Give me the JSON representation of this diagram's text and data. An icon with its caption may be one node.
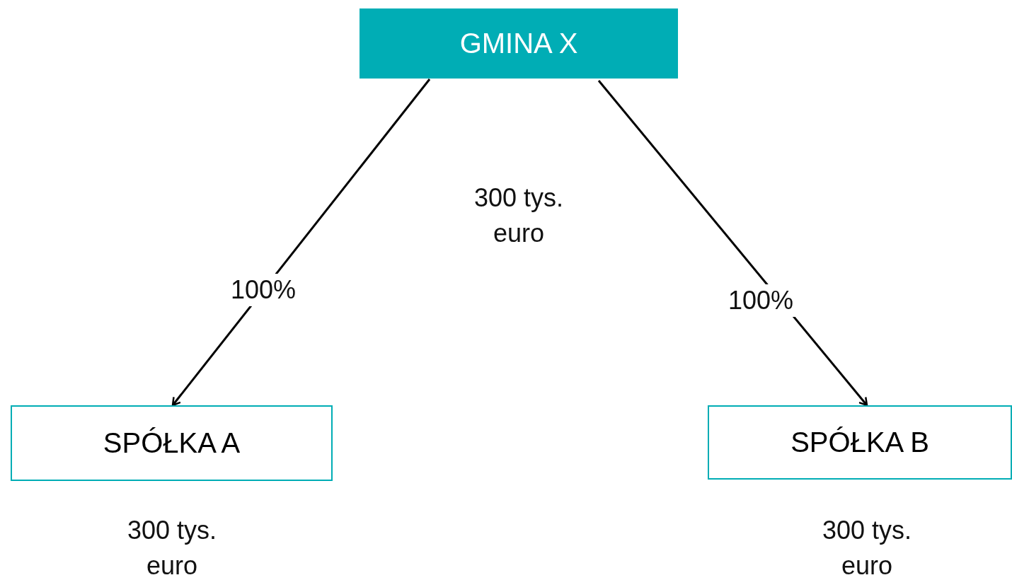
{
  "diagram": {
    "nodes": [
      {
        "text": [
          "GMINA X"
        ]
      },
      {
        "text": [
          "SPÓŁKA A"
        ],
        "beside": [
          "300 tys. euro"
        ]
      },
      {
        "text": [
          "SPÓŁKA B"
        ],
        "beside": [
          "300 tys. euro"
        ]
      }
    ],
    "edges": [
      {
        "from": 0,
        "to": 1,
        "arrow": "to",
        "label": "100%"
      },
      {
        "from": 0,
        "to": 2,
        "arrow": "to",
        "label": "100%"
      }
    ],
    "labels": [
      "300 tys. euro"
    ]
  }
}
